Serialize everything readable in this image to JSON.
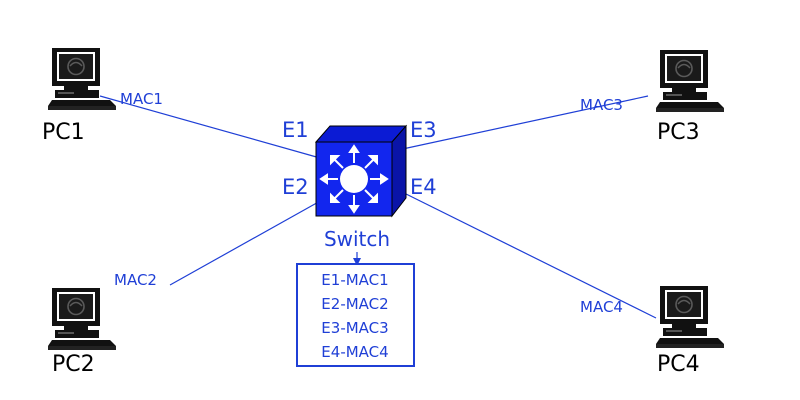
{
  "colors": {
    "accent": "#1f3fd6",
    "switch_body": "#1226ee",
    "device": "#111111"
  },
  "switch": {
    "label": "Switch",
    "icon": "switch-icon"
  },
  "ports": [
    "E1",
    "E2",
    "E3",
    "E4"
  ],
  "pcs": [
    {
      "name": "PC1",
      "mac": "MAC1",
      "icon": "computer-icon"
    },
    {
      "name": "PC2",
      "mac": "MAC2",
      "icon": "computer-icon"
    },
    {
      "name": "PC3",
      "mac": "MAC3",
      "icon": "computer-icon"
    },
    {
      "name": "PC4",
      "mac": "MAC4",
      "icon": "computer-icon"
    }
  ],
  "mac_table": [
    "E1-MAC1",
    "E2-MAC2",
    "E3-MAC3",
    "E4-MAC4"
  ]
}
